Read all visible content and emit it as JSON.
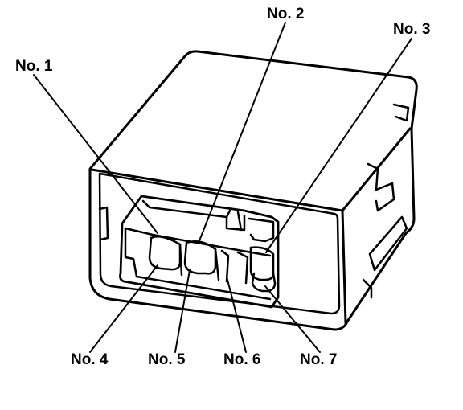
{
  "callouts": {
    "no1": "No. 1",
    "no2": "No. 2",
    "no3": "No. 3",
    "no4": "No. 4",
    "no5": "No. 5",
    "no6": "No. 6",
    "no7": "No. 7"
  },
  "colors": {
    "ink": "#000000",
    "paper": "#ffffff"
  }
}
